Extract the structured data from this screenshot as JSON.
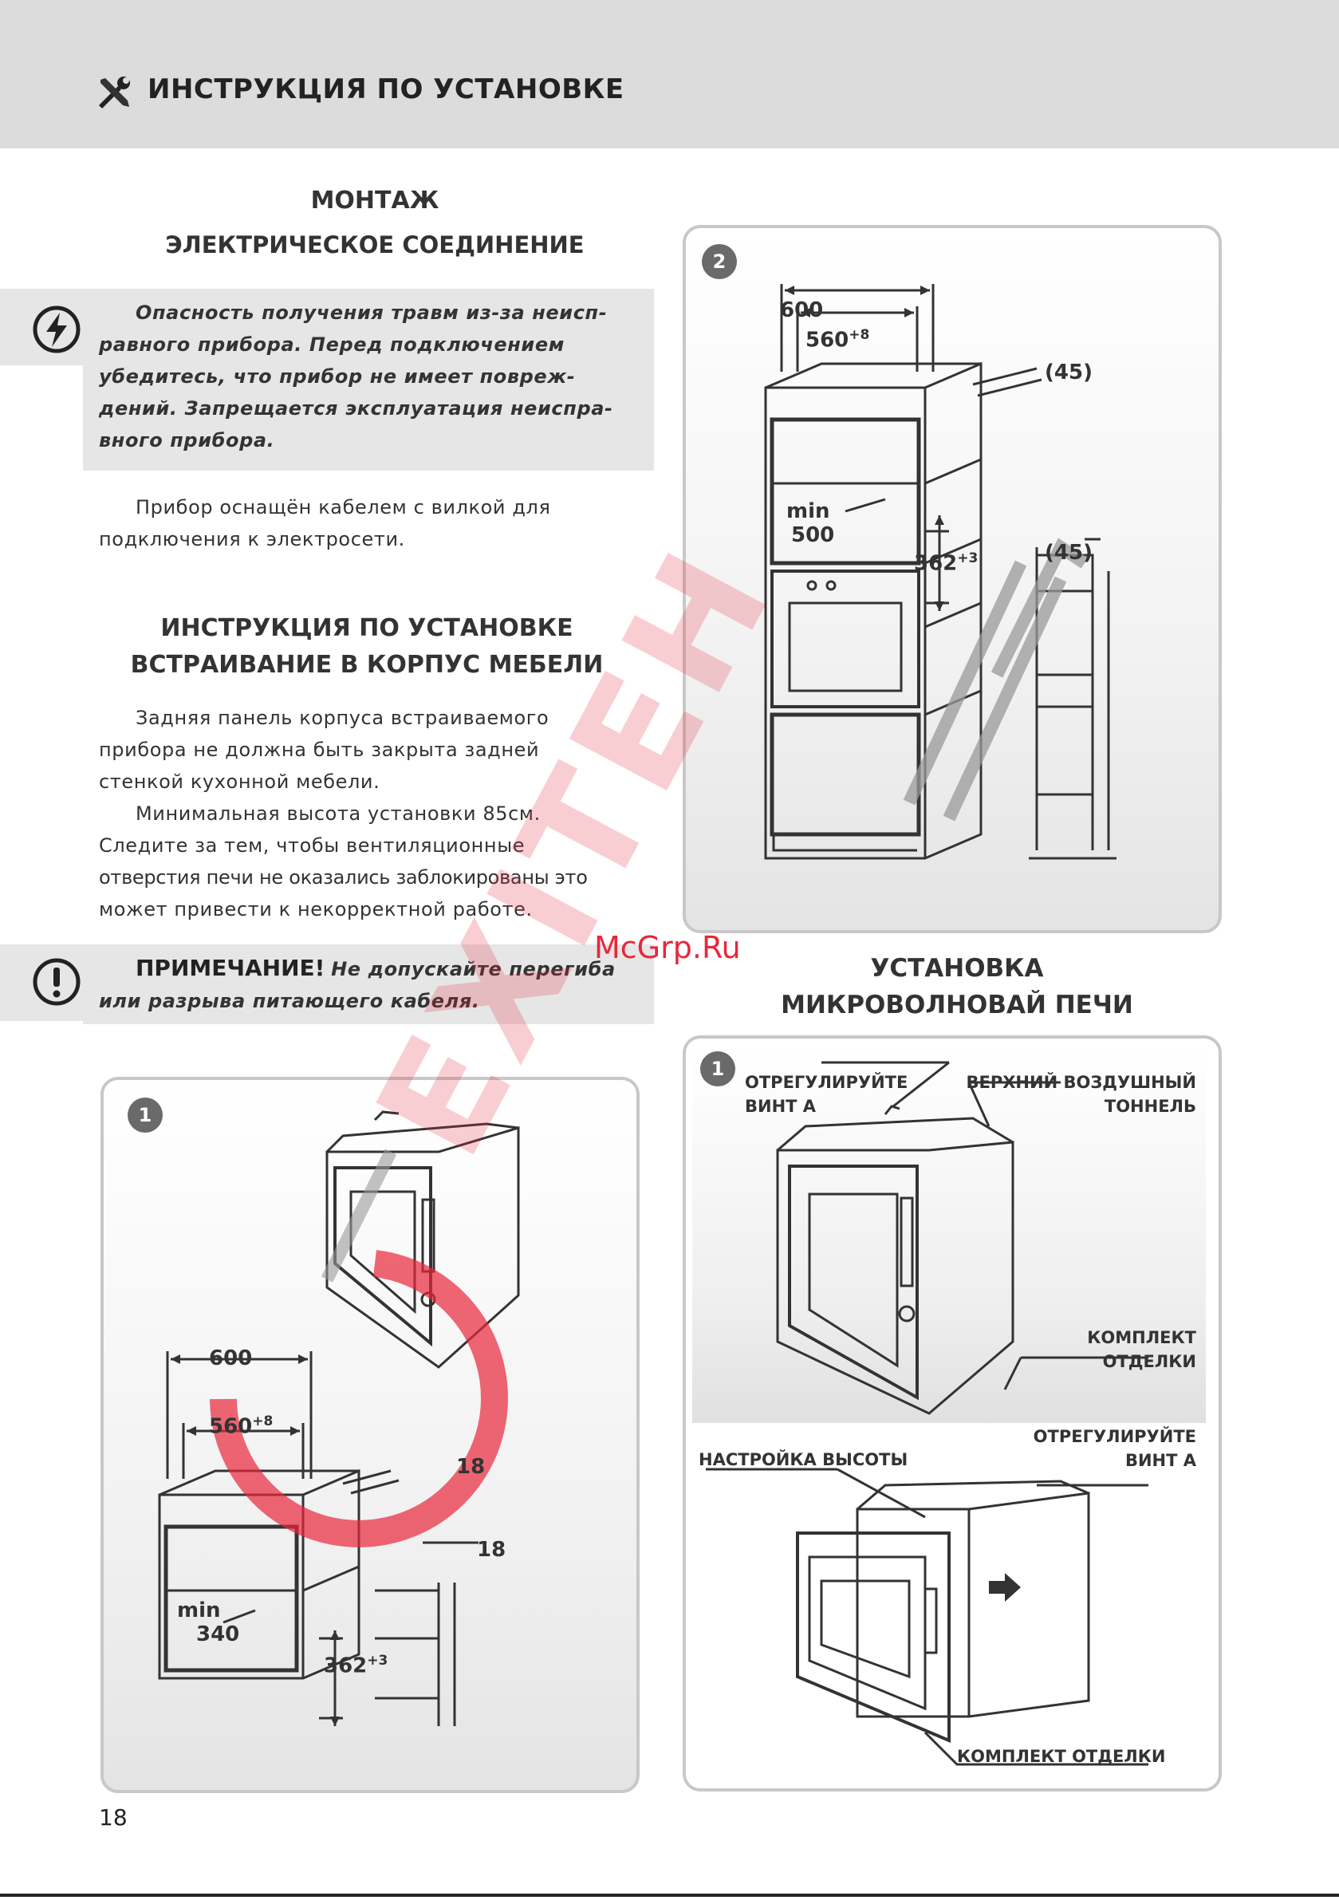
{
  "header": {
    "title": "ИНСТРУКЦИЯ ПО УСТАНОВКЕ",
    "icon": "tools-icon"
  },
  "section_mount": {
    "title": "МОНТАЖ",
    "subtitle": "ЭЛЕКТРИЧЕСКОЕ СОЕДИНЕНИЕ"
  },
  "warning": {
    "icon": "lightning-icon",
    "lines": [
      "Опасность получения травм из-за неисп-",
      "равного прибора. Перед подключением",
      "убедитесь, что прибор не имеет повреж-",
      "дений. Запрещается  эксплуатация неиспра-",
      "вного прибора."
    ]
  },
  "cable_text": {
    "lines": [
      "Прибор оснащён кабелем с вилкой для",
      "подключения к электросети."
    ]
  },
  "section_install": {
    "title": "ИНСТРУКЦИЯ ПО УСТАНОВКЕ",
    "subtitle": "ВСТРАИВАНИЕ В КОРПУС МЕБЕЛИ"
  },
  "install_text": {
    "lines": [
      "Задняя панель корпуса встраиваемого",
      "прибора не должна быть закрыта задней",
      "стенкой кухонной мебели.",
      "Минимальная высота установки 85см.",
      "Следите за тем, чтобы вентиляционные",
      "отверстия печи не оказались заблокированы это",
      "может привести к некорректной работе."
    ]
  },
  "note": {
    "icon": "exclamation-icon",
    "label": "ПРИМЕЧАНИЕ!",
    "lines": [
      "Не допускайте перегиба",
      "или разрыва питающего кабеля."
    ]
  },
  "section_microwave": {
    "title": "УСТАНОВКА",
    "subtitle": "МИКРОВОЛНОВАЙ ПЕЧИ"
  },
  "diagram_tall_cabinet": {
    "badge": "2",
    "labels": {
      "w600": "600",
      "w560": "560",
      "w560_sup": "+8",
      "gap45_top": "(45)",
      "gap45_side": "(45)",
      "min": "min",
      "min500": "500",
      "h362": "362",
      "h362_sup": "+3"
    }
  },
  "diagram_wall_cabinet": {
    "badge": "1",
    "labels": {
      "w600": "600",
      "w560": "560",
      "w560_sup": "+8",
      "gap18_top": "18",
      "gap18_side": "18",
      "min": "min",
      "min340": "340",
      "h362": "362",
      "h362_sup": "+3"
    }
  },
  "diagram_microwave": {
    "badge": "1",
    "labels": {
      "adjust_a_1": [
        "ОТРЕГУЛИРУЙТЕ",
        "ВИНТ А"
      ],
      "air_tunnel": [
        "ВЕРХНИЙ ВОЗДУШНЫЙ",
        "ТОННЕЛЬ"
      ],
      "trim_kit_1": [
        "КОМПЛЕКТ",
        "ОТДЕЛКИ"
      ],
      "height_adjust": "НАСТРОЙКА ВЫСОТЫ",
      "adjust_a_2": [
        "ОТРЕГУЛИРУЙТЕ",
        "ВИНТ А"
      ],
      "trim_kit_2": "КОМПЛЕКТ ОТДЕЛКИ"
    }
  },
  "watermark": {
    "site": "McGrp.Ru",
    "brand": "EXITEH"
  },
  "page_number": "18",
  "colors": {
    "header_band": "#dcdcdc",
    "watermark_red": "#e8273a",
    "watermark_gray": "#9a9a9a"
  }
}
